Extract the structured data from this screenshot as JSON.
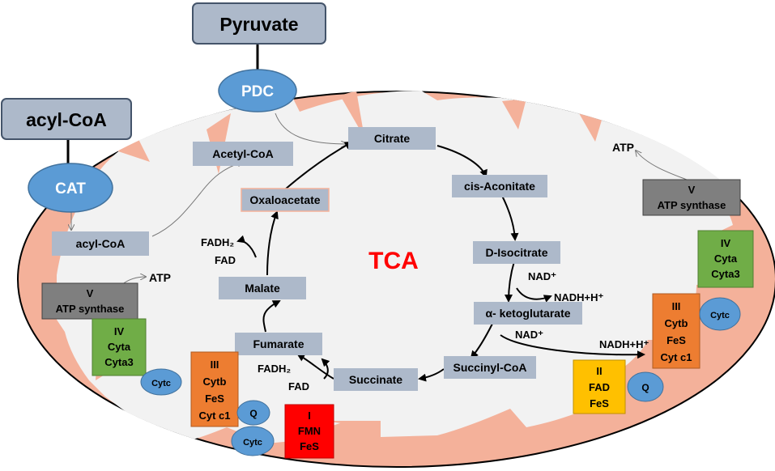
{
  "title": "TCA",
  "colors": {
    "membrane": "#f4b19a",
    "matrix": "#f2f2f2",
    "metabolite_box": "#adb9ca",
    "enzyme_oval": "#5b9bd5",
    "transporter_box": "#adb9ca",
    "complex_I": "#ff0000",
    "complex_II": "#ffc000",
    "complex_III": "#ed7d31",
    "complex_IV": "#70ad47",
    "complex_V": "#7f7f7f",
    "title_red": "#ff0000"
  },
  "transporters": {
    "pyruvate": "Pyruvate",
    "acyl_coa": "acyl-CoA"
  },
  "enzymes": {
    "pdc": "PDC",
    "cat": "CAT"
  },
  "metabolites": {
    "acetyl_coa": "Acetyl-CoA",
    "acyl_coa_inner": "acyl-CoA",
    "citrate": "Citrate",
    "cis_aconitate": "cis-Aconitate",
    "d_isocitrate": "D-Isocitrate",
    "alpha_kg": "α- ketoglutarate",
    "succinyl_coa": "Succinyl-CoA",
    "succinate": "Succinate",
    "fumarate": "Fumarate",
    "malate": "Malate",
    "oxaloacetate": "Oxaloacetate"
  },
  "cofactors": {
    "nad_1": "NAD⁺",
    "nadh_1": "NADH+H⁺",
    "nad_2": "NAD⁺",
    "nadh_2": "NADH+H⁺",
    "fadh2_1": "FADH₂",
    "fad_1": "FAD",
    "fadh2_2": "FADH₂",
    "fad_2": "FAD",
    "atp_left": "ATP",
    "atp_right": "ATP"
  },
  "complexes": {
    "left": {
      "V": [
        "V",
        "ATP synthase"
      ],
      "IV": [
        "IV",
        "Cyta",
        "Cyta3"
      ],
      "III": [
        "III",
        "Cytb",
        "FeS",
        "Cyt c1"
      ],
      "I": [
        "I",
        "FMN",
        "FeS"
      ],
      "cytc_a": "Cytc",
      "cytc_b": "Cytc",
      "q": "Q"
    },
    "right": {
      "V": [
        "V",
        "ATP synthase"
      ],
      "IV": [
        "IV",
        "Cyta",
        "Cyta3"
      ],
      "III": [
        "III",
        "Cytb",
        "FeS",
        "Cyt c1"
      ],
      "II": [
        "II",
        "FAD",
        "FeS"
      ],
      "cytc": "Cytc",
      "q": "Q"
    }
  }
}
